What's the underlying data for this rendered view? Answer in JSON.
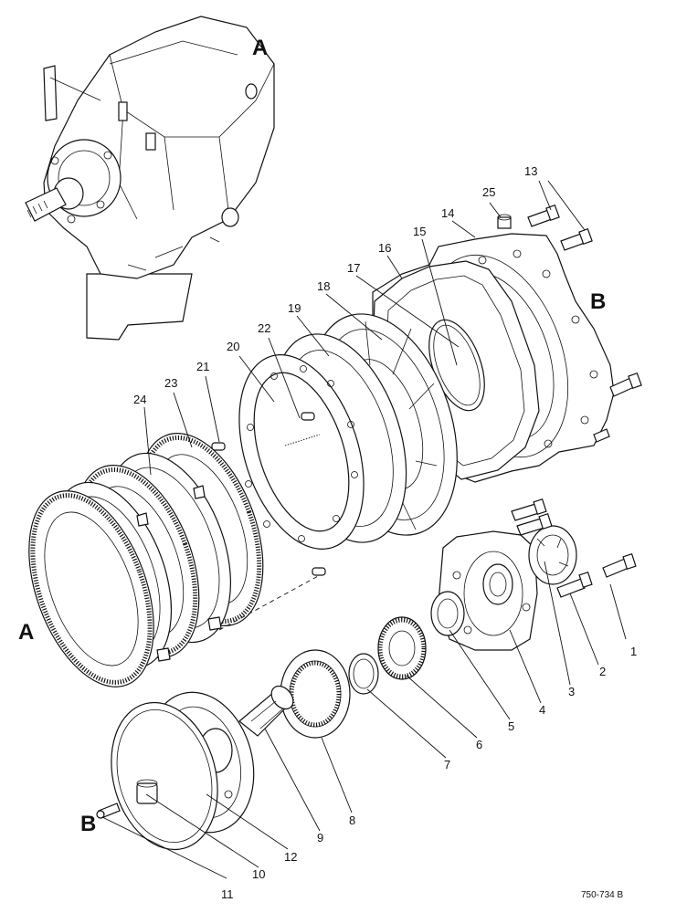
{
  "diagram": {
    "drawing_code": "750-734 B",
    "view_markers": [
      "A",
      "B",
      "A",
      "B"
    ],
    "part_numbers": [
      "1",
      "2",
      "3",
      "4",
      "5",
      "6",
      "7",
      "8",
      "9",
      "10",
      "11",
      "12",
      "13",
      "14",
      "15",
      "16",
      "17",
      "18",
      "19",
      "20",
      "21",
      "22",
      "23",
      "24",
      "25"
    ]
  }
}
